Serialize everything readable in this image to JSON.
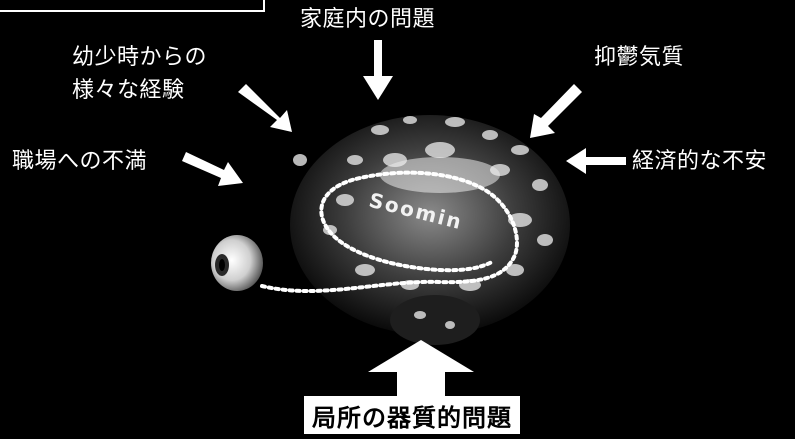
{
  "labels": {
    "top_center": "家庭内の問題",
    "top_left_line1": "幼少時からの",
    "top_left_line2": "様々な経験",
    "top_right": "抑鬱気質",
    "left": "職場への不満",
    "right": "経済的な不安",
    "bottom": "局所の器質的問題"
  },
  "brain_text": "Soomin",
  "colors": {
    "background": "#000000",
    "text": "#ffffff",
    "bottom_box": "#ffffff",
    "bottom_text": "#000000"
  }
}
